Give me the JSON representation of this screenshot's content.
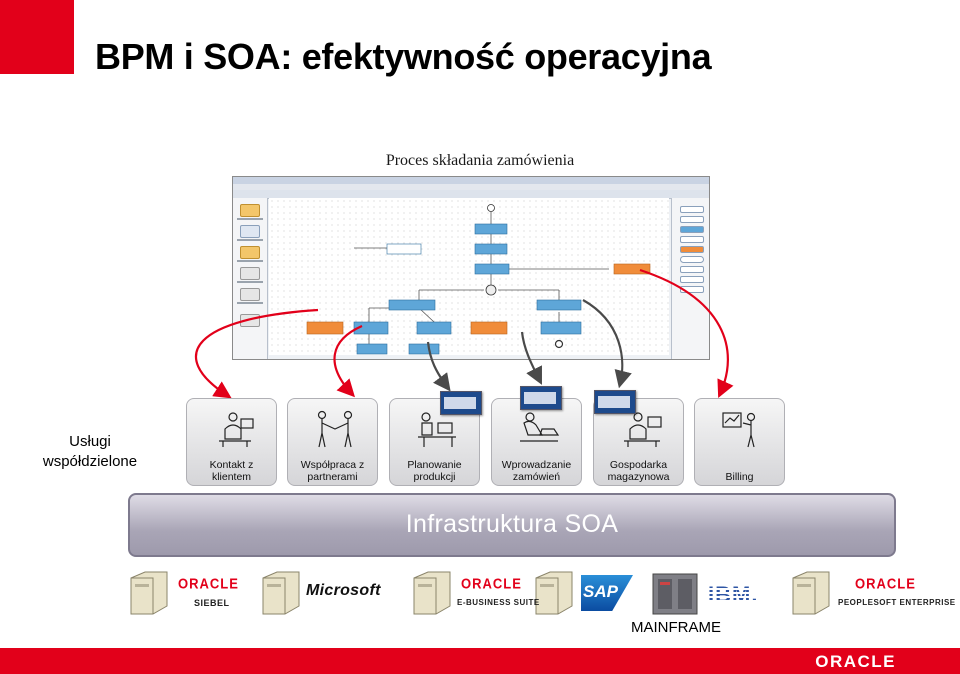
{
  "slide": {
    "title": "BPM i SOA: efektywność operacyjna",
    "process_title": "Proces składania zamówienia",
    "left_label_line1": "Usługi",
    "left_label_line2": "współdzielone",
    "infra_label": "Infrastruktura SOA",
    "mainframe_label": "MAINFRAME"
  },
  "services": [
    {
      "line1": "Kontakt z",
      "line2": "klientem"
    },
    {
      "line1": "Współpraca z",
      "line2": "partnerami"
    },
    {
      "line1": "Planowanie",
      "line2": "produkcji"
    },
    {
      "line1": "Wprowadzanie",
      "line2": "zamówień"
    },
    {
      "line1": "Gospodarka",
      "line2": "magazynowa"
    },
    {
      "line1": "",
      "line2": "Billing"
    }
  ],
  "vendors": {
    "oracle1": "ORACLE",
    "siebel": "SIEBEL",
    "microsoft": "Microsoft",
    "oracle2": "ORACLE",
    "ebs": "E-BUSINESS SUITE",
    "sap": "SAP",
    "ibm": "IBM.",
    "oracle3": "ORACLE",
    "peoplesoft": "PEOPLESOFT ENTERPRISE",
    "footer_logo": "ORACLE"
  },
  "colors": {
    "accent_red": "#e2001a",
    "arrow_red": "#e2001a",
    "arrow_gray": "#4a4a4a",
    "task_blue": "#5ea6d8",
    "task_orange": "#f08c3a"
  }
}
